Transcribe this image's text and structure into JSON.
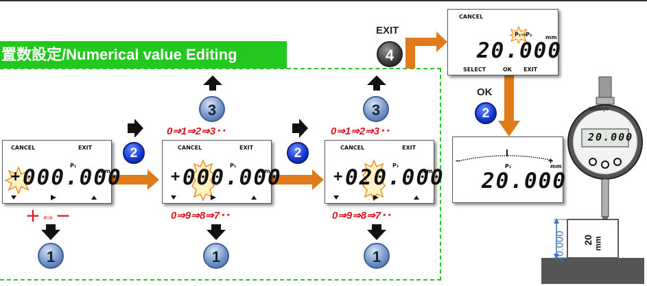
{
  "title": "置数設定/Numerical value Editing",
  "colors": {
    "accent_green": "#22c81e",
    "arrow_orange": "#e07a1a",
    "sequence_red": "#e0141e"
  },
  "icons": [
    "arrow-up-icon",
    "arrow-down-icon",
    "arrow-right-icon",
    "dial-gauge-icon"
  ],
  "screens": [
    {
      "cancel": "CANCEL",
      "exit": "EXIT",
      "sign": "+",
      "value": "000.000",
      "unit": "mm",
      "preset": "P₁"
    },
    {
      "cancel": "CANCEL",
      "exit": "EXIT",
      "sign": "+",
      "value": "000.000",
      "unit": "mm",
      "preset": "P₁"
    },
    {
      "cancel": "CANCEL",
      "exit": "EXIT",
      "sign": "+",
      "value": "020.000",
      "unit": "mm",
      "preset": "P₁"
    }
  ],
  "sign_toggle": "＋⇔－",
  "sequence_up": "0⇒1⇒2⇒3･･",
  "sequence_down": "0⇒9⇒8⇒7･･",
  "buttons": {
    "one": "1",
    "two": "2",
    "three": "3",
    "four": "4"
  },
  "exit_label": "EXIT",
  "ok_label": "OK",
  "confirm_screen": {
    "cancel": "CANCEL",
    "preset": "P₁⇒P₂",
    "unit": "mm",
    "value": "20.000",
    "select": "SELECT",
    "ok": "OK",
    "exit": "EXIT"
  },
  "result_screen": {
    "value": "20.000",
    "preset": "P₁",
    "unit": "mm",
    "minus": "−",
    "plus": "+"
  },
  "gauge": {
    "brand": "Mitutoyo",
    "display": "20.000"
  },
  "block": {
    "height_label": "20.000",
    "size_label": "20",
    "size_unit": "mm"
  }
}
